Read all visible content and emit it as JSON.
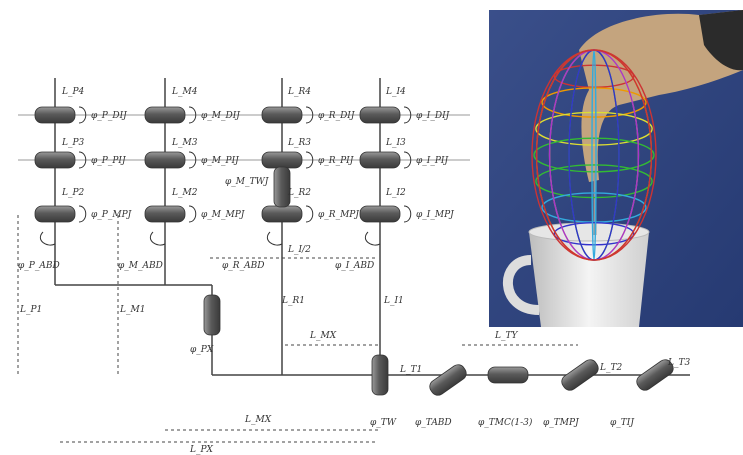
{
  "labels": {
    "finger_links": [
      "L_P4",
      "L_M4",
      "L_R4",
      "L_I4",
      "L_P3",
      "L_M3",
      "L_R3",
      "L_I3",
      "L_P2",
      "L_M2",
      "L_R2",
      "L_I2"
    ],
    "joint_angles_top": [
      "φ_P_DIJ",
      "φ_M_DIJ",
      "φ_R_DIJ",
      "φ_I_DIJ"
    ],
    "joint_angles_mid": [
      "φ_P_PIJ",
      "φ_M_PIJ",
      "φ_R_PIJ",
      "φ_I_PIJ"
    ],
    "joint_angles_mcp": [
      "φ_P_MPJ",
      "φ_M_MPJ",
      "φ_R_MPJ",
      "φ_I_MPJ"
    ],
    "abd_angles": [
      "φ_P_ABD",
      "φ_M_ABD",
      "φ_R_ABD",
      "φ_I_ABD"
    ],
    "twist": "φ_M_TWJ",
    "palm_links": [
      "L_P1",
      "L_M1",
      "L_R1",
      "L_I1"
    ],
    "half_span": "L_I/2",
    "lower": {
      "l_mx": "L_MX",
      "l_px": "φ_PX",
      "l_ty": "L_TY",
      "l_t1": "L_T1",
      "l_t2": "L_T2",
      "l_t3": "L_T3",
      "tw": "φ_TW",
      "tabd": "φ_TABD",
      "tmc": "φ_TMC(1-3)",
      "tmpj": "φ_TMPJ",
      "tij": "φ_TIJ",
      "l_mx2": "L_MX",
      "l_px2": "L_PX"
    }
  },
  "photo": {
    "colors": [
      "#c33",
      "#e90",
      "#dd3",
      "#3b3",
      "#3ad",
      "#33c",
      "#a3c"
    ]
  }
}
